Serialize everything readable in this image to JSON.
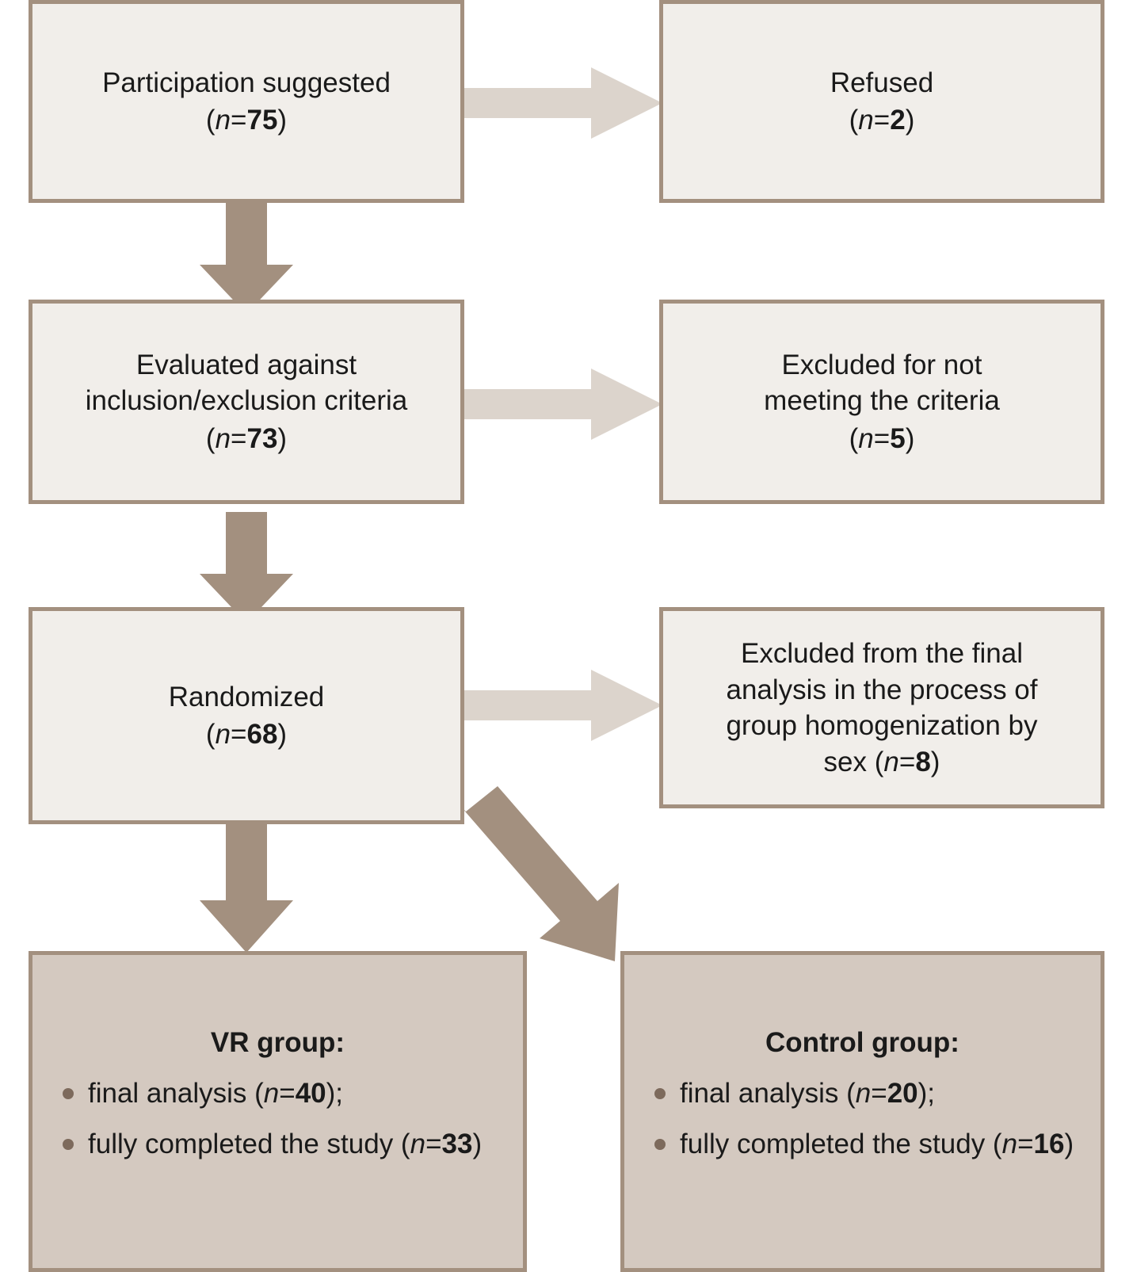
{
  "diagram": {
    "type": "flowchart",
    "title": "Study participant flow diagram",
    "colors": {
      "box_border": "#a3907f",
      "box_fill_light": "#f1eeea",
      "box_fill_dark": "#d4c9c0",
      "arrow_vertical": "#a3907f",
      "arrow_horizontal": "#dcd4cc",
      "bullet_dot": "#7d6a5c",
      "text": "#1a1a1a"
    },
    "nodes": {
      "participation": {
        "id": "participation-suggested",
        "label": "Participation suggested",
        "count_prefix": "(",
        "count_var": "n",
        "count_eq": "=",
        "count_value": "75",
        "count_suffix": ")"
      },
      "refused": {
        "id": "refused",
        "label": "Refused",
        "count_prefix": "(",
        "count_var": "n",
        "count_eq": "=",
        "count_value": "2",
        "count_suffix": ")"
      },
      "evaluated": {
        "id": "evaluated-against-criteria",
        "label_line1": "Evaluated against",
        "label_line2": "inclusion/exclusion criteria",
        "count_prefix": "(",
        "count_var": "n",
        "count_eq": "=",
        "count_value": "73",
        "count_suffix": ")"
      },
      "excluded_criteria": {
        "id": "excluded-for-not-meeting-criteria",
        "label_line1": "Excluded for not",
        "label_line2": "meeting the criteria",
        "count_prefix": "(",
        "count_var": "n",
        "count_eq": "=",
        "count_value": "5",
        "count_suffix": ")"
      },
      "randomized": {
        "id": "randomized",
        "label": "Randomized",
        "count_prefix": "(",
        "count_var": "n",
        "count_eq": "=",
        "count_value": "68",
        "count_suffix": ")"
      },
      "excluded_homogenization": {
        "id": "excluded-group-homogenization",
        "label_line1": "Excluded from the final",
        "label_line2": "analysis in the process of",
        "label_line3": "group homogenization by",
        "label_line4_pre": "sex (",
        "count_var": "n",
        "count_eq": "=",
        "count_value": "8",
        "count_suffix": ")"
      },
      "vr_group": {
        "id": "vr-group",
        "title": "VR group:",
        "bullets": [
          {
            "text_pre": "final analysis (",
            "count_var": "n",
            "count_eq": "=",
            "count_value": "40",
            "text_post": ");"
          },
          {
            "text_pre": "fully completed the study (",
            "count_var": "n",
            "count_eq": "=",
            "count_value": "33",
            "text_post": ")"
          }
        ]
      },
      "control_group": {
        "id": "control-group",
        "title": "Control group:",
        "bullets": [
          {
            "text_pre": "final analysis (",
            "count_var": "n",
            "count_eq": "=",
            "count_value": "20",
            "text_post": ");"
          },
          {
            "text_pre": "fully completed the study (",
            "count_var": "n",
            "count_eq": "=",
            "count_value": "16",
            "text_post": ")"
          }
        ]
      }
    },
    "edges": [
      {
        "id": "participation-to-refused",
        "from": "participation",
        "to": "refused",
        "direction": "right"
      },
      {
        "id": "participation-to-evaluated",
        "from": "participation",
        "to": "evaluated",
        "direction": "down"
      },
      {
        "id": "evaluated-to-excluded-criteria",
        "from": "evaluated",
        "to": "excluded_criteria",
        "direction": "right"
      },
      {
        "id": "evaluated-to-randomized",
        "from": "evaluated",
        "to": "randomized",
        "direction": "down"
      },
      {
        "id": "randomized-to-excluded-homogenization",
        "from": "randomized",
        "to": "excluded_homogenization",
        "direction": "right"
      },
      {
        "id": "randomized-to-vr-group",
        "from": "randomized",
        "to": "vr_group",
        "direction": "down"
      },
      {
        "id": "randomized-to-control-group",
        "from": "randomized",
        "to": "control_group",
        "direction": "diagonal-down-right"
      }
    ]
  }
}
